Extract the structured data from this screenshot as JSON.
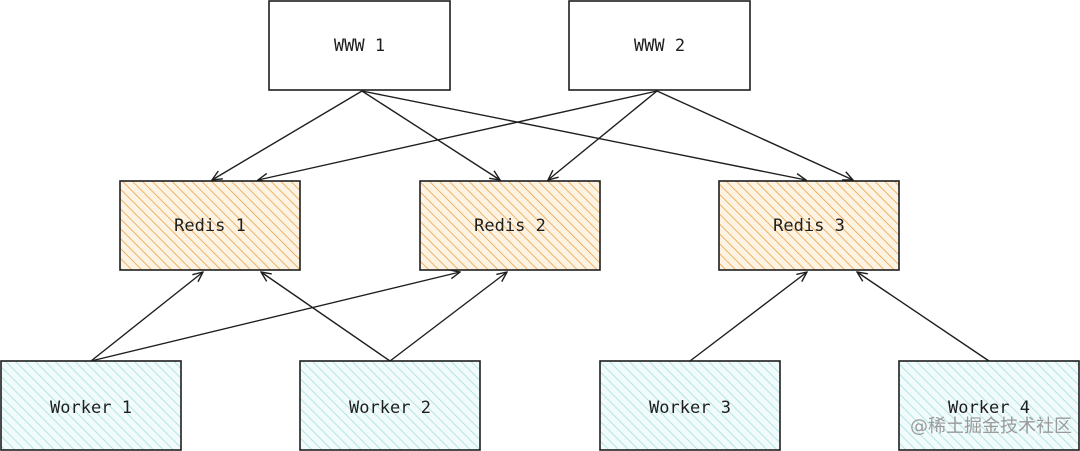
{
  "nodes": {
    "www1": {
      "label": "WWW 1",
      "kind": "web"
    },
    "www2": {
      "label": "WWW 2",
      "kind": "web"
    },
    "redis1": {
      "label": "Redis 1",
      "kind": "redis"
    },
    "redis2": {
      "label": "Redis 2",
      "kind": "redis"
    },
    "redis3": {
      "label": "Redis 3",
      "kind": "redis"
    },
    "worker1": {
      "label": "Worker 1",
      "kind": "worker"
    },
    "worker2": {
      "label": "Worker 2",
      "kind": "worker"
    },
    "worker3": {
      "label": "Worker 3",
      "kind": "worker"
    },
    "worker4": {
      "label": "Worker 4",
      "kind": "worker"
    }
  },
  "edges": [
    {
      "from": "www1",
      "to": "redis1"
    },
    {
      "from": "www1",
      "to": "redis2"
    },
    {
      "from": "www1",
      "to": "redis3"
    },
    {
      "from": "www2",
      "to": "redis1"
    },
    {
      "from": "www2",
      "to": "redis2"
    },
    {
      "from": "www2",
      "to": "redis3"
    },
    {
      "from": "worker1",
      "to": "redis1"
    },
    {
      "from": "worker1",
      "to": "redis2"
    },
    {
      "from": "worker2",
      "to": "redis1"
    },
    {
      "from": "worker2",
      "to": "redis2"
    },
    {
      "from": "worker3",
      "to": "redis3"
    },
    {
      "from": "worker4",
      "to": "redis3"
    }
  ],
  "colors": {
    "stroke": "#1e1e1e",
    "redis_hatch": "#e8a24a",
    "redis_fill": "#fdf3e3",
    "worker_hatch": "#a6dede",
    "worker_fill": "#f1fbfb",
    "web_fill": "#ffffff"
  },
  "watermark": {
    "text": "@稀土掘金技术社区"
  }
}
